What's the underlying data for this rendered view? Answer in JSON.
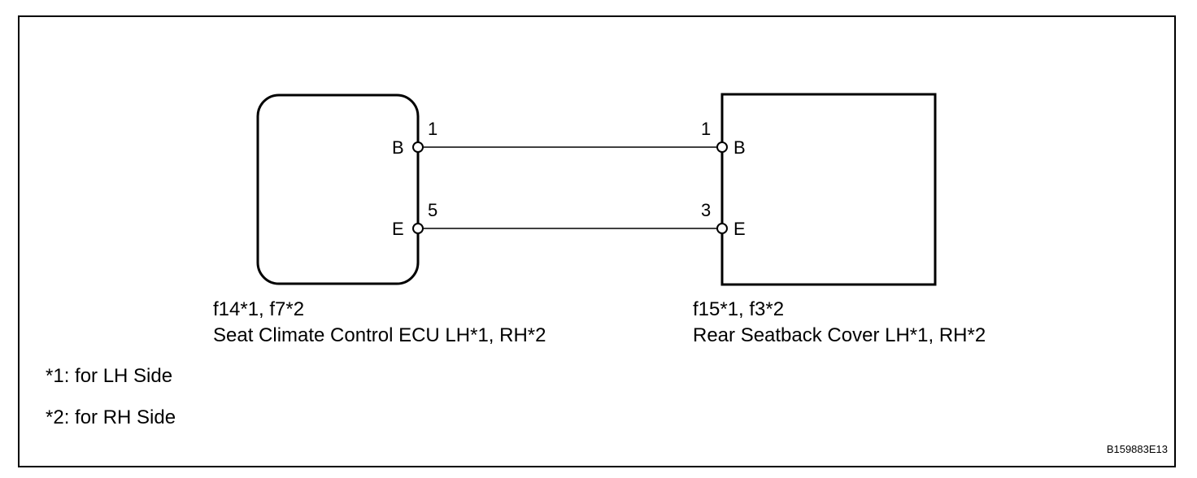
{
  "left_component": {
    "connector_code": "f14*1, f7*2",
    "name": "Seat Climate Control ECU LH*1, RH*2",
    "terminals": [
      {
        "letter": "B",
        "pin": "1"
      },
      {
        "letter": "E",
        "pin": "5"
      }
    ]
  },
  "right_component": {
    "connector_code": "f15*1, f3*2",
    "name": "Rear Seatback Cover LH*1, RH*2",
    "terminals": [
      {
        "letter": "B",
        "pin": "1"
      },
      {
        "letter": "E",
        "pin": "3"
      }
    ]
  },
  "notes": [
    "*1: for LH Side",
    "*2: for RH Side"
  ],
  "figure_id": "B159883E13"
}
